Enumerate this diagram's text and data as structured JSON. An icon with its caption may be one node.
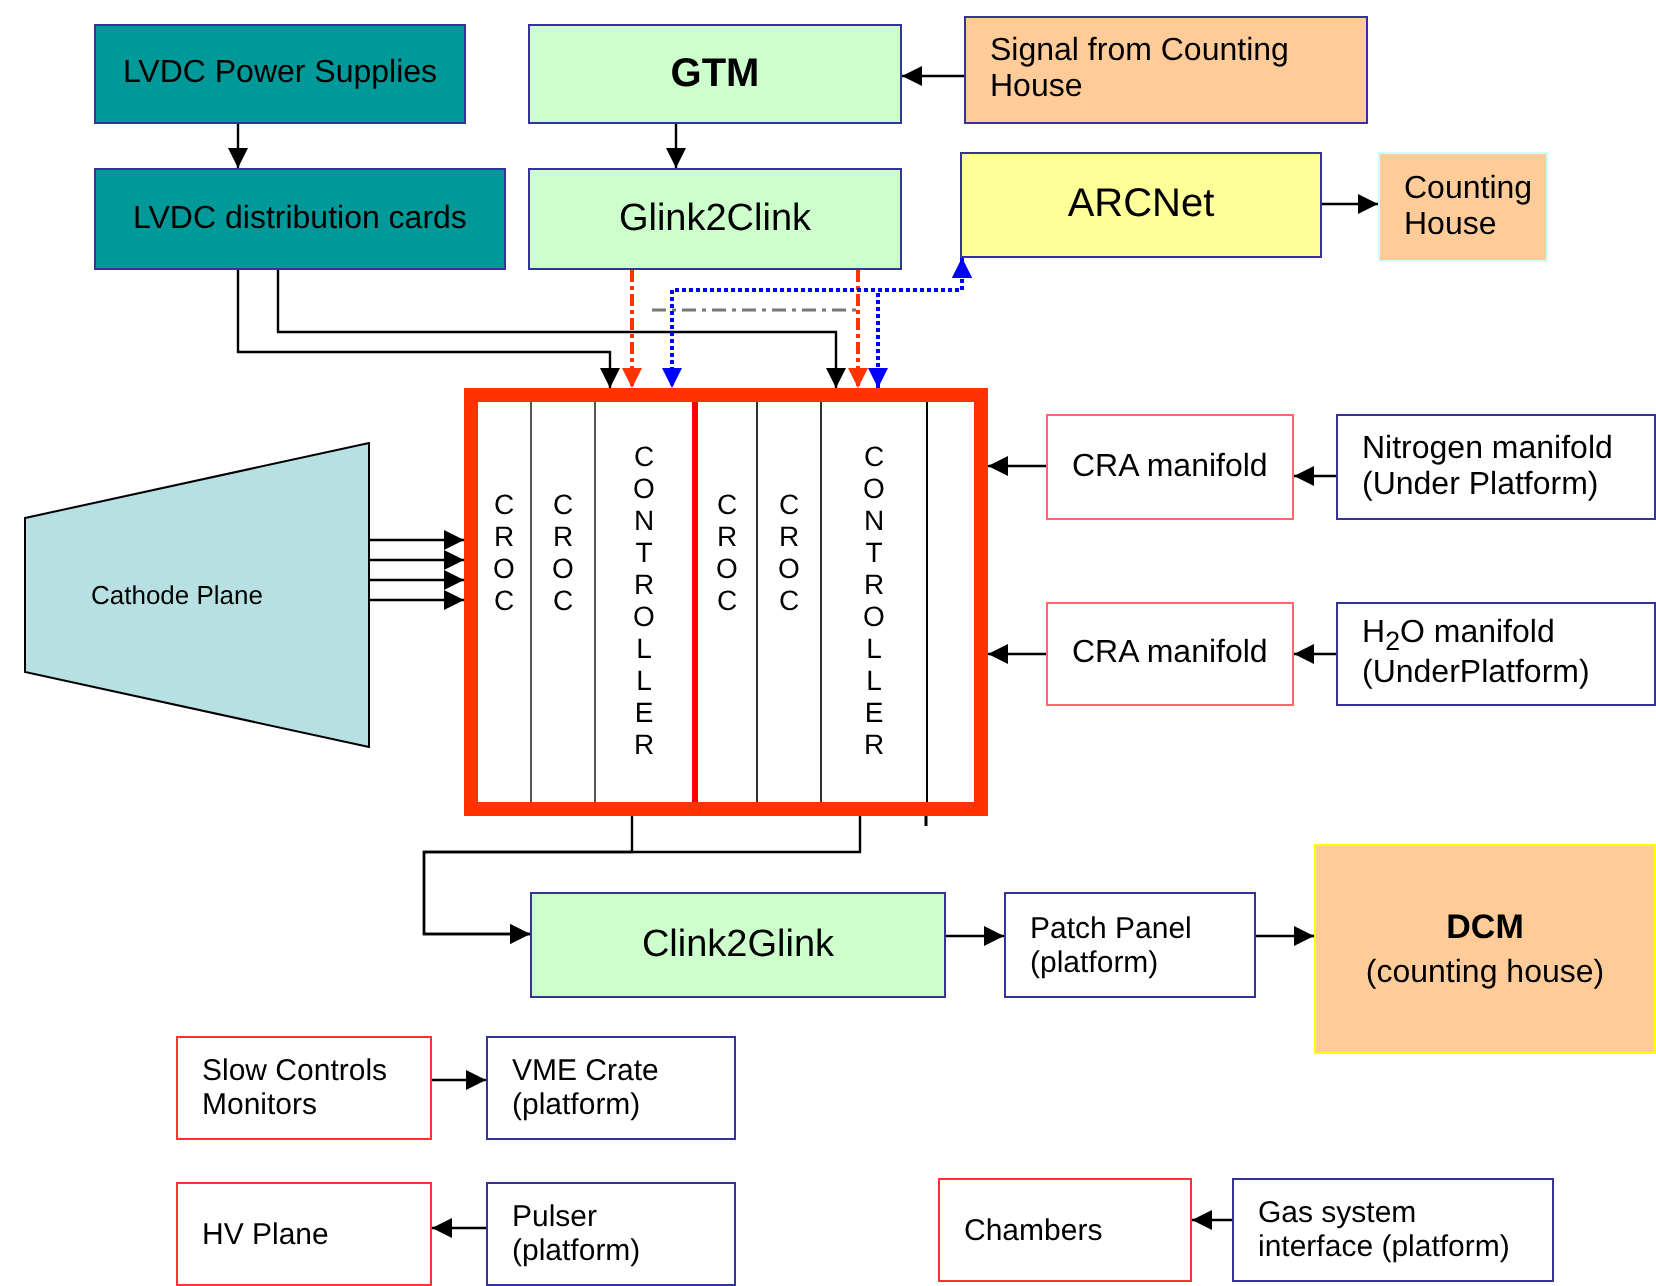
{
  "diagram": {
    "nodes": [
      {
        "text": [
          "LVDC Power Supplies"
        ]
      },
      {
        "text": [
          "LVDC distribution cards"
        ]
      },
      {
        "text": [
          "GTM"
        ]
      },
      {
        "text": [
          "Glink2Clink"
        ]
      },
      {
        "text": [
          "Signal from Counting House"
        ]
      },
      {
        "text": [
          "ARCNet"
        ]
      },
      {
        "text": [
          "Counting House"
        ]
      },
      {
        "text": [],
        "shape": "box"
      },
      {
        "text": [
          "CROC"
        ],
        "in": 7
      },
      {
        "text": [
          "CROC"
        ],
        "in": 7
      },
      {
        "text": [
          "CONTROLLER"
        ],
        "in": 7
      },
      {
        "text": [
          "CROC"
        ],
        "in": 7
      },
      {
        "text": [
          "CROC"
        ],
        "in": 7
      },
      {
        "text": [
          "CONTROLLER"
        ],
        "in": 7
      },
      {
        "text": [],
        "shape": "box",
        "in": 7
      },
      {
        "text": [
          "Cathode Plane"
        ]
      },
      {
        "text": [
          "CRA manifold"
        ]
      },
      {
        "text": [
          "Nitrogen manifold (Under Platform)"
        ]
      },
      {
        "text": [
          "CRA manifold"
        ]
      },
      {
        "text": [
          "H$_{2}$O manifold (UnderPlatform)"
        ]
      },
      {
        "text": [
          "Clink2Glink"
        ]
      },
      {
        "text": [
          "Patch Panel (platform)"
        ]
      },
      {
        "text": [
          "DCM",
          "(counting house)"
        ]
      },
      {
        "text": [
          "Slow Controls Monitors"
        ]
      },
      {
        "text": [
          "VME Crate (platform)"
        ]
      },
      {
        "text": [
          "HV Plane"
        ]
      },
      {
        "text": [
          "Pulser (platform)"
        ]
      },
      {
        "text": [
          "Chambers"
        ]
      },
      {
        "text": [
          "Gas system interface (platform)"
        ]
      }
    ],
    "edges": [
      {
        "from": 0,
        "to": 1,
        "arrow": "to"
      },
      {
        "from": 2,
        "to": 3,
        "arrow": "to"
      },
      {
        "from": 4,
        "to": 2,
        "arrow": "to"
      },
      {
        "from": 5,
        "to": 6,
        "arrow": "to"
      },
      {
        "from": 1,
        "to": 10,
        "arrow": "to"
      },
      {
        "from": 1,
        "to": 13,
        "arrow": "to"
      },
      {
        "from": 3,
        "to": 10,
        "arrow": "to",
        "style": "dashed",
        "color": "#ff3300"
      },
      {
        "from": 3,
        "to": 13,
        "arrow": "to",
        "style": "dashed",
        "color": "#ff3300"
      },
      {
        "from": 5,
        "to": 10,
        "arrow": "both",
        "style": "dashed",
        "color": "#0000ff"
      },
      {
        "from": 5,
        "to": 13,
        "arrow": "both",
        "style": "dashed",
        "color": "#0000ff"
      },
      {
        "from": 15,
        "to": 8,
        "arrow": "to"
      },
      {
        "from": 15,
        "to": 8,
        "arrow": "to"
      },
      {
        "from": 15,
        "to": 8,
        "arrow": "to"
      },
      {
        "from": 15,
        "to": 8,
        "arrow": "to"
      },
      {
        "from": 17,
        "to": 16,
        "arrow": "to"
      },
      {
        "from": 16,
        "to": 7,
        "arrow": "to"
      },
      {
        "from": 19,
        "to": 18,
        "arrow": "to"
      },
      {
        "from": 18,
        "to": 7,
        "arrow": "to"
      },
      {
        "from": 10,
        "to": 20,
        "arrow": "to"
      },
      {
        "from": 13,
        "to": 20,
        "arrow": "to"
      },
      {
        "from": 20,
        "to": 21,
        "arrow": "to"
      },
      {
        "from": 21,
        "to": 22,
        "arrow": "to"
      },
      {
        "from": 23,
        "to": 24,
        "arrow": "to"
      },
      {
        "from": 26,
        "to": 25,
        "arrow": "to"
      },
      {
        "from": 28,
        "to": 27,
        "arrow": "to"
      }
    ]
  }
}
